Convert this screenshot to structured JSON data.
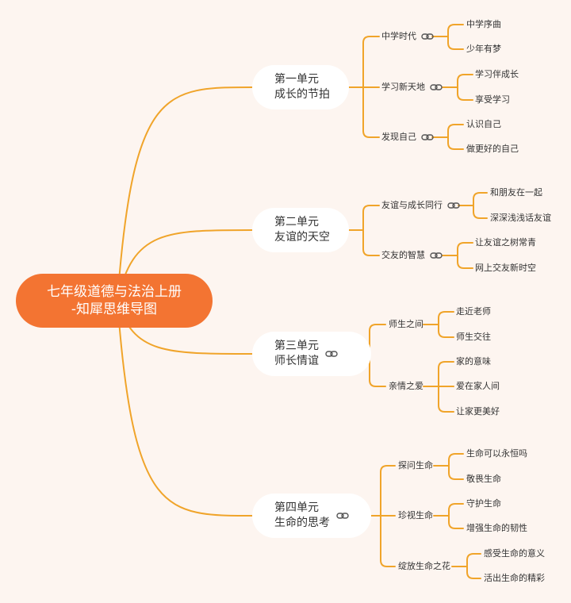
{
  "root": {
    "line1": "七年级道德与法治上册",
    "line2": "-知犀思维导图"
  },
  "units": [
    {
      "line1": "第一单元",
      "line2": "成长的节拍",
      "topics": [
        {
          "label": "中学时代",
          "leaves": [
            "中学序曲",
            "少年有梦"
          ]
        },
        {
          "label": "学习新天地",
          "leaves": [
            "学习伴成长",
            "享受学习"
          ]
        },
        {
          "label": "发现自己",
          "leaves": [
            "认识自己",
            "做更好的自己"
          ]
        }
      ]
    },
    {
      "line1": "第二单元",
      "line2": "友谊的天空",
      "topics": [
        {
          "label": "友谊与成长同行",
          "leaves": [
            "和朋友在一起",
            "深深浅浅话友谊"
          ]
        },
        {
          "label": "交友的智慧",
          "leaves": [
            "让友谊之树常青",
            "网上交友新时空"
          ]
        }
      ]
    },
    {
      "line1": "第三单元",
      "line2": "师长情谊",
      "topics": [
        {
          "label": "师生之间",
          "leaves": [
            "走近老师",
            "师生交往"
          ]
        },
        {
          "label": "亲情之爱",
          "leaves": [
            "家的意味",
            "爱在家人间",
            "让家更美好"
          ]
        }
      ]
    },
    {
      "line1": "第四单元",
      "line2": "生命的思考",
      "topics": [
        {
          "label": "探问生命",
          "leaves": [
            "生命可以永恒吗",
            "敬畏生命"
          ]
        },
        {
          "label": "珍视生命",
          "leaves": [
            "守护生命",
            "增强生命的韧性"
          ]
        },
        {
          "label": "绽放生命之花",
          "leaves": [
            "感受生命的意义",
            "活出生命的精彩"
          ]
        }
      ]
    }
  ],
  "colors": {
    "line": "#f0a42a",
    "root_fill": "#f37432",
    "node_fill": "#ffffff",
    "background": "#fdf5f0"
  },
  "icons": {
    "collapsed_link": "link-icon"
  }
}
